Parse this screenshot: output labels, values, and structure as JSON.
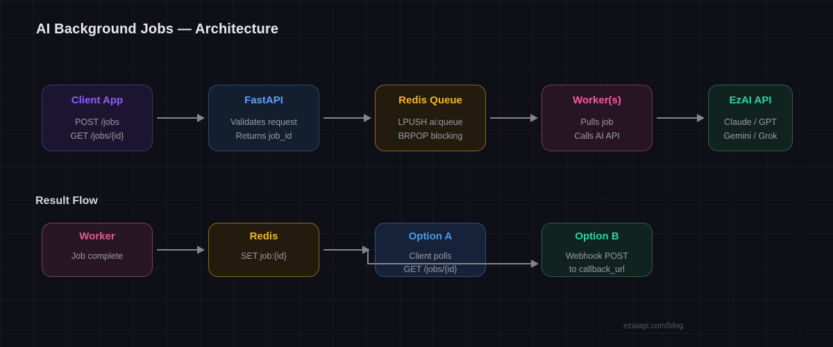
{
  "title": "AI Background Jobs — Architecture",
  "footer": "ezaiapi.com/blog",
  "arrow_color": "#85858c",
  "main_flow": {
    "nodes": [
      {
        "title": "Client App",
        "lines": [
          "POST /jobs",
          "GET /jobs/{id}"
        ],
        "accent": "#8e5ef2",
        "bg": "#1c1531",
        "border": "#453468"
      },
      {
        "title": "FastAPI",
        "lines": [
          "Validates request",
          "Returns job_id"
        ],
        "accent": "#5ea3f5",
        "bg": "#131f2e",
        "border": "#2c4868"
      },
      {
        "title": "Redis Queue",
        "lines": [
          "LPUSH ai:queue",
          "BRPOP blocking"
        ],
        "accent": "#f0b62f",
        "bg": "#231b0d",
        "border": "#8a6b1f"
      },
      {
        "title": "Worker(s)",
        "lines": [
          "Pulls job",
          "Calls AI API"
        ],
        "accent": "#f25fa5",
        "bg": "#271523",
        "border": "#77395c"
      },
      {
        "title": "EzAI API",
        "lines": [
          "Claude / GPT",
          "Gemini / Grok"
        ],
        "accent": "#2fd3a4",
        "bg": "#11231e",
        "border": "#2a5f4d"
      }
    ]
  },
  "result_flow": {
    "label": "Result Flow",
    "nodes": [
      {
        "title": "Worker",
        "lines": [
          "Job complete"
        ],
        "accent": "#e05b92",
        "bg": "#281722",
        "border": "#7a3f5d"
      },
      {
        "title": "Redis",
        "lines": [
          "SET job:{id}"
        ],
        "accent": "#f0b62f",
        "bg": "#231b0d",
        "border": "#8a6b1f"
      },
      {
        "title": "Option A",
        "lines": [
          "Client polls",
          "GET /jobs/{id}"
        ],
        "accent": "#4f9ae8",
        "bg": "#15223a",
        "border": "#32527c"
      },
      {
        "title": "Option B",
        "lines": [
          "Webhook POST",
          "to callback_url"
        ],
        "accent": "#2fd3a4",
        "bg": "#11231e",
        "border": "#2a5f4d"
      }
    ]
  }
}
